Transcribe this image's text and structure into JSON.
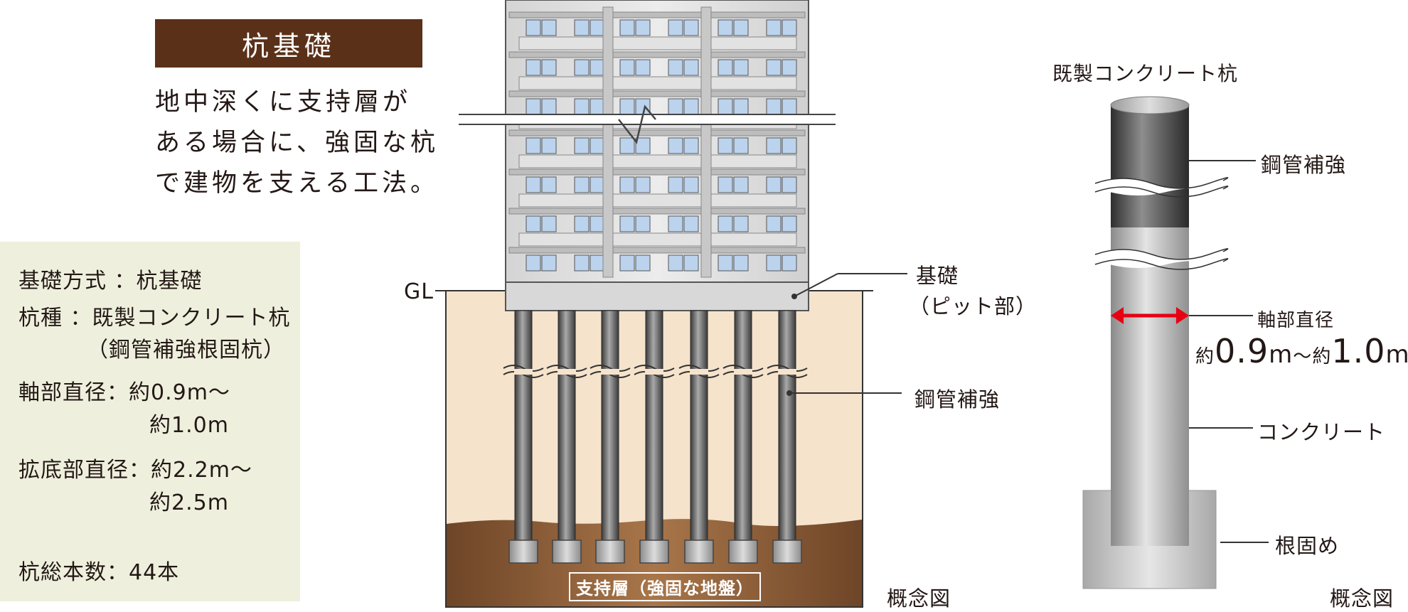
{
  "heading": "杭基礎",
  "description": [
    "地中深くに支持層が",
    "ある場合に、強固な杭",
    "で建物を支える工法。"
  ],
  "specs": [
    "基礎方式 ：杭基礎",
    "杭種 ：既製コンクリート杭",
    "（鋼管補強根固杭）",
    "軸部直径：約0.9m〜",
    "約1.0m",
    "拡底部直径：約2.2m〜",
    "約2.5m",
    "杭総本数：44本"
  ],
  "left_diagram": {
    "gl": "GL",
    "foundation": "基礎",
    "pit": "（ピット部）",
    "steel_reinforcement": "鋼管補強",
    "bearing_layer": "支持層（強固な地盤）",
    "caption": "概念図"
  },
  "right_diagram": {
    "pile_title": "既製コンクリート杭",
    "steel_reinforcement": "鋼管補強",
    "shaft_diameter": "軸部直径",
    "diameter_prefix_1": "約",
    "diameter_value_1": "0.9",
    "diameter_unit_1": "m",
    "diameter_sep": "〜",
    "diameter_prefix_2": "約",
    "diameter_value_2": "1.0",
    "diameter_unit_2": "m",
    "concrete": "コンクリート",
    "root_consolidation": "根固め",
    "caption": "概念図"
  },
  "colors": {
    "heading_bg": "#5a3018",
    "spec_bg": "#eef0dd",
    "soil": "#f5e3cc",
    "bearing": "#7e5232",
    "arrow": "#e60012"
  }
}
